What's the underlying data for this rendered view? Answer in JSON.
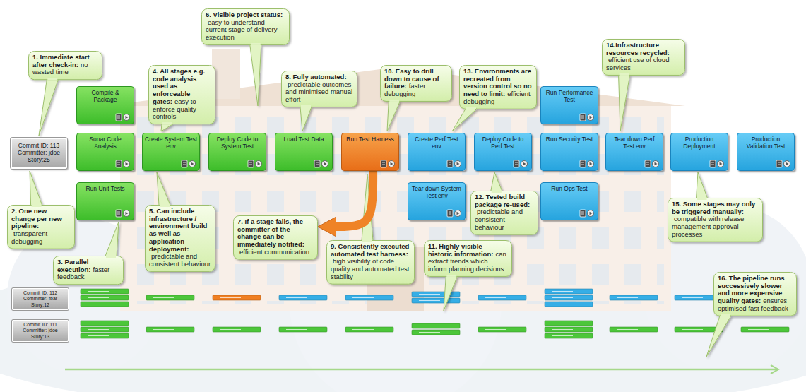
{
  "diagram": {
    "nodes": [
      {
        "text": [
          "Commit ID: 113",
          "Committer: jdoe",
          "Story:25"
        ]
      },
      {
        "text": [
          "Compile & Package"
        ]
      },
      {
        "text": [
          "Sonar Code Analysis"
        ]
      },
      {
        "text": [
          "Run Unit Tests"
        ]
      },
      {
        "text": [
          "Create System Test env"
        ]
      },
      {
        "text": [
          "Deploy Code to System Test"
        ]
      },
      {
        "text": [
          "Load Test Data"
        ]
      },
      {
        "text": [
          "Run Test Harness"
        ]
      },
      {
        "text": [
          "Create Perf Test env"
        ]
      },
      {
        "text": [
          "Tear down System Test env"
        ]
      },
      {
        "text": [
          "Deploy Code to Perf Test"
        ]
      },
      {
        "text": [
          "Run Performance Test"
        ]
      },
      {
        "text": [
          "Run Security Test"
        ]
      },
      {
        "text": [
          "Run Ops Test"
        ]
      },
      {
        "text": [
          "Tear down Perf Test env"
        ]
      },
      {
        "text": [
          "Production Deployment"
        ]
      },
      {
        "text": [
          "Production Validation Test"
        ]
      },
      {
        "text": [
          "1. Immediate start after check-in:",
          "no wasted time"
        ]
      },
      {
        "text": [
          "2. One new change per new pipeline:",
          "transparent debugging"
        ]
      },
      {
        "text": [
          "3. Parallel execution:",
          "faster feedback"
        ]
      },
      {
        "text": [
          "4. All stages e.g. code analysis used as enforceable gates:",
          "easy to enforce quality controls"
        ]
      },
      {
        "text": [
          "5. Can include infrastructure / environment build as well as application deployment:",
          "predictable and consistent behaviour"
        ]
      },
      {
        "text": [
          "6. Visible project status:",
          "easy to understand current stage of delivery execution"
        ]
      },
      {
        "text": [
          "7. If a stage fails, the committer of the change can be immediately notified:",
          "efficient communication"
        ]
      },
      {
        "text": [
          "8. Fully automated:",
          "predictable outcomes and minimised manual effort"
        ]
      },
      {
        "text": [
          "9. Consistently executed automated test harness:",
          "high visibility of code quality and automated test stability"
        ]
      },
      {
        "text": [
          "10. Easy to drill down to cause of failure:",
          "faster debugging"
        ]
      },
      {
        "text": [
          "11. Highly visible historic information:",
          "can extract trends which inform planning decisions"
        ]
      },
      {
        "text": [
          "12. Tested build package re-used:",
          "predictable and consistent behaviour"
        ]
      },
      {
        "text": [
          "13. Environments are recreated from version control so no need to limit:",
          "efficient debugging"
        ]
      },
      {
        "text": [
          "14.Infrastructure resources recycled:",
          "efficient use of cloud services"
        ]
      },
      {
        "text": [
          "15. Some stages may only be triggered manually:",
          "compatible with release management approval processes"
        ]
      },
      {
        "text": [
          "16. The pipeline runs successively slower and more expensive quality gates:",
          "ensures optimised fast feedback"
        ]
      },
      {
        "text": [
          "Commit ID: 112",
          "Committer: fbar",
          "Story:12"
        ]
      },
      {
        "text": [
          "Commit ID: 111",
          "Committer: jdoe",
          "Story:13"
        ]
      }
    ],
    "edges": [
      {
        "from": 7,
        "to": 23,
        "arrow": "to"
      }
    ]
  }
}
